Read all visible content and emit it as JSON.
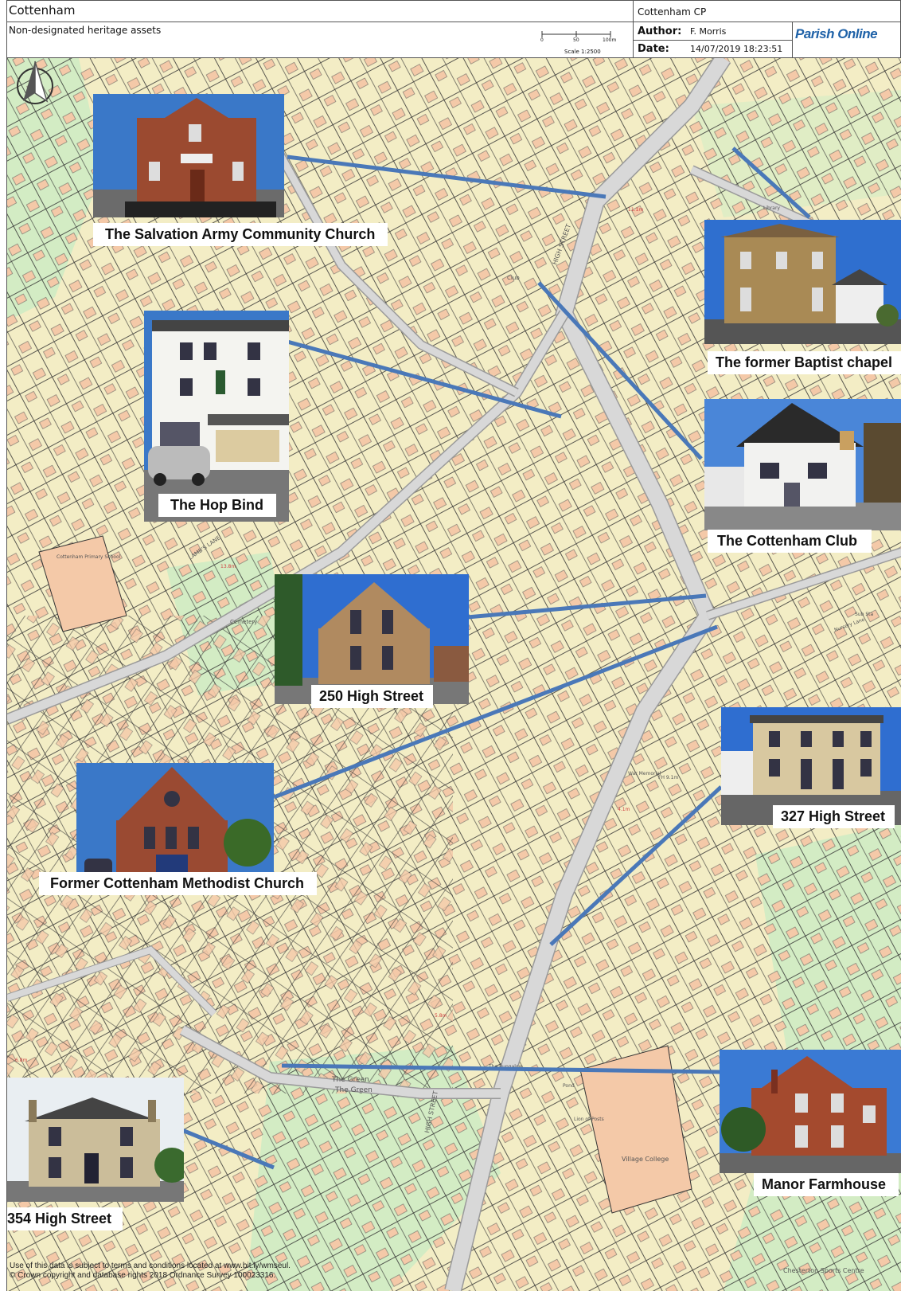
{
  "header": {
    "place": "Cottenham",
    "subtitle": "Non-designated heritage assets",
    "parish": "Cottenham CP",
    "author_label": "Author:",
    "author": "F. Morris",
    "date_label": "Date:",
    "date": "14/07/2019 18:23:51",
    "scale_label": "Scale 1:2500",
    "scale_ticks": [
      "0",
      "50",
      "100m"
    ],
    "logo": "Parish Online"
  },
  "map": {
    "north_arrow": "north-arrow-icon",
    "labels": [
      "HIGH STREET",
      "HIGH STREET",
      "The Green",
      "The Green",
      "Cemetery",
      "Cottenham Primary School",
      "LAMB'S LANE",
      "Chesterton Sports Centre",
      "Village College",
      "Club",
      "Library",
      "Pond",
      "Lion of Posts",
      "The Bungalow",
      "War Memorial",
      "Sub Sta",
      "Nursery Lane",
      "FH 9.1m",
      "11.1m",
      "13.8m",
      "6.8m",
      "5.8m",
      "4.1m"
    ],
    "colors": {
      "land": "#f3edc5",
      "building": "#f4c9a8",
      "green": "#d3ecc4",
      "road": "#cfcfcf",
      "parcel_line": "#222222",
      "leader_line": "#4a78b8"
    }
  },
  "assets": [
    {
      "name": "The Salvation Army Community Church"
    },
    {
      "name": "The former Baptist chapel"
    },
    {
      "name": "The Hop Bind"
    },
    {
      "name": "The Cottenham Club"
    },
    {
      "name": "250 High Street"
    },
    {
      "name": "327 High Street"
    },
    {
      "name": "Former Cottenham Methodist Church"
    },
    {
      "name": "Manor Farmhouse"
    },
    {
      "name": "354 High Street"
    }
  ],
  "footer": {
    "terms": "Use of this data is subject to terms and conditions located at www.bit.ly/wmseul.",
    "copyright": "© Crown copyright and database rights 2018 Ordnance Survey 100023316."
  }
}
